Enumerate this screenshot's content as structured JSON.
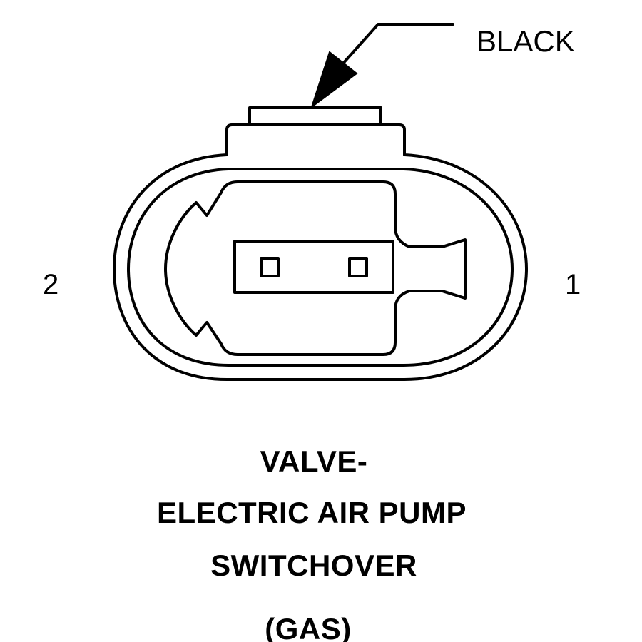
{
  "connector": {
    "wire_color_label": "BLACK",
    "pin_left_label": "2",
    "pin_right_label": "1"
  },
  "title": {
    "line1": "VALVE-",
    "line2": "ELECTRIC AIR PUMP",
    "line3": "SWITCHOVER",
    "line4": "(GAS)"
  },
  "colors": {
    "line": "#000000",
    "background": "#ffffff"
  }
}
